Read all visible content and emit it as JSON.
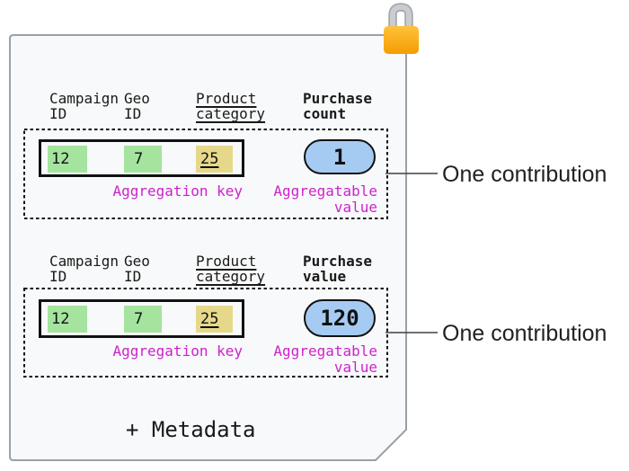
{
  "icons": [
    {
      "name": "lock-icon",
      "shape": "padlock",
      "meaning": "locked / encrypted report"
    }
  ],
  "colors": {
    "paper_fill": "#f8f9fa",
    "paper_border": "#9aa0a6",
    "lock_body_top": "#ffc23c",
    "lock_body_bottom": "#f49d00",
    "lock_shackle": "#c9ccd0",
    "key_cell_green": "#a4e49e",
    "key_cell_yellow": "#e5d88a",
    "value_pill_blue": "#a5cbf2",
    "label_magenta": "#cc22cc",
    "box_border_black": "#111111"
  },
  "sections": [
    {
      "columns": [
        {
          "label": "Campaign\nID",
          "underline": false,
          "bold": false
        },
        {
          "label": "Geo\nID",
          "underline": false,
          "bold": false
        },
        {
          "label": "Product\ncategory",
          "underline": true,
          "bold": false
        },
        {
          "label": "Purchase\ncount",
          "underline": false,
          "bold": true
        }
      ],
      "key_cells": [
        {
          "value": "12",
          "color": "green",
          "underline": false
        },
        {
          "value": "7",
          "color": "green",
          "underline": false
        },
        {
          "value": "25",
          "color": "yellow",
          "underline": true
        }
      ],
      "aggregation_key_label": "Aggregation key",
      "aggregatable_value_label": "Aggregatable\nvalue",
      "aggregatable_value": "1",
      "annotation": "One contribution"
    },
    {
      "columns": [
        {
          "label": "Campaign\nID",
          "underline": false,
          "bold": false
        },
        {
          "label": "Geo\nID",
          "underline": false,
          "bold": false
        },
        {
          "label": "Product\ncategory",
          "underline": true,
          "bold": false
        },
        {
          "label": "Purchase\nvalue",
          "underline": false,
          "bold": true
        }
      ],
      "key_cells": [
        {
          "value": "12",
          "color": "green",
          "underline": false
        },
        {
          "value": "7",
          "color": "green",
          "underline": false
        },
        {
          "value": "25",
          "color": "yellow",
          "underline": true
        }
      ],
      "aggregation_key_label": "Aggregation key",
      "aggregatable_value_label": "Aggregatable\nvalue",
      "aggregatable_value": "120",
      "annotation": "One contribution"
    }
  ],
  "footer_label": "+ Metadata"
}
